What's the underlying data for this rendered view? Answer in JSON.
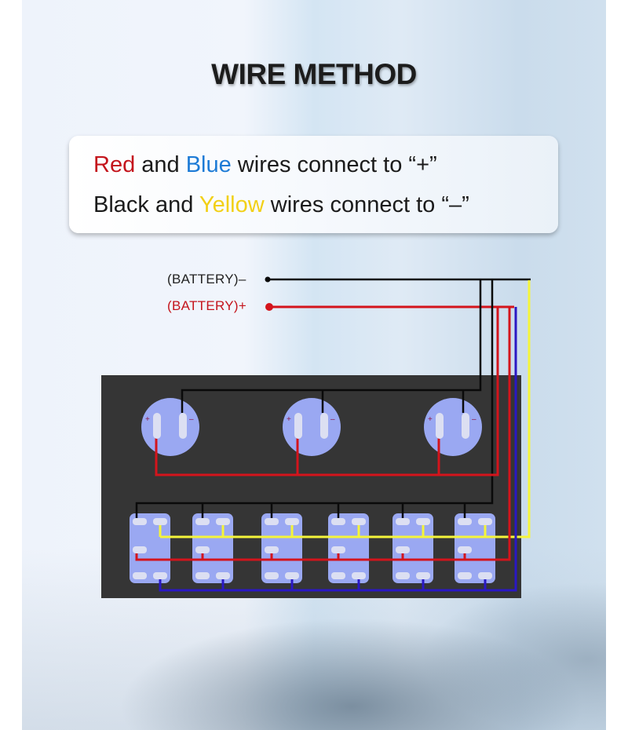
{
  "title": "WIRE METHOD",
  "instructions": {
    "line1": {
      "red_word": "Red",
      "and1": " and ",
      "blue_word": "Blue",
      "rest": " wires connect to “+”"
    },
    "line2": {
      "black_word": "Black",
      "and2": " and ",
      "yellow_word": "Yellow",
      "rest": " wires connect to “–”"
    }
  },
  "battery": {
    "negative_label": "(BATTERY)–",
    "positive_label": "(BATTERY)+"
  },
  "wire_colors": {
    "red": "#d4141c",
    "blue": "#2a18c4",
    "black": "#0a0a0a",
    "yellow": "#f5f53a"
  },
  "panel": {
    "background_color": "#353535",
    "round_switches": {
      "count": 3,
      "plus_mark": "+",
      "minus_mark": "–",
      "body_color": "#9aa8f2"
    },
    "rocker_switches": {
      "count": 6,
      "body_color": "#9aa8f2"
    }
  }
}
